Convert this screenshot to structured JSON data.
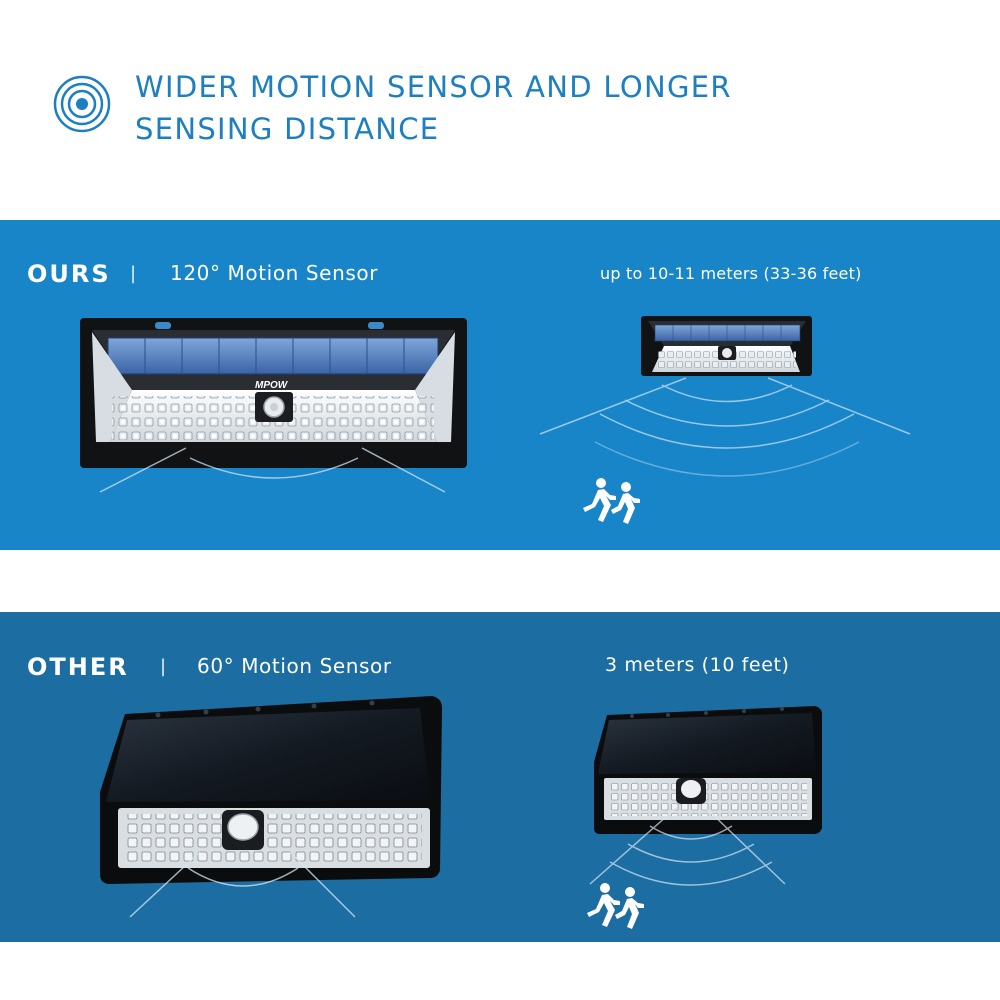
{
  "header": {
    "icon": "radar-rings-icon",
    "title_line1": "WIDER MOTION SENSOR AND LONGER",
    "title_line2": "SENSING DISTANCE",
    "accent_color": "#1d7fc1"
  },
  "ours": {
    "label": "OURS",
    "separator": "|",
    "sensor": "120° Motion Sensor",
    "distance": "up to 10-11 meters (33-36 feet)",
    "brand": "MPOW",
    "background_color": "#1885c9",
    "icons": [
      "solar-light-icon",
      "motion-arcs-icon",
      "running-people-icon"
    ]
  },
  "other": {
    "label": "OTHER",
    "separator": "|",
    "sensor": "60° Motion Sensor",
    "distance": "3 meters (10 feet)",
    "background_color": "#1c6da2",
    "icons": [
      "solar-light-icon",
      "motion-arcs-icon",
      "running-people-icon"
    ]
  }
}
